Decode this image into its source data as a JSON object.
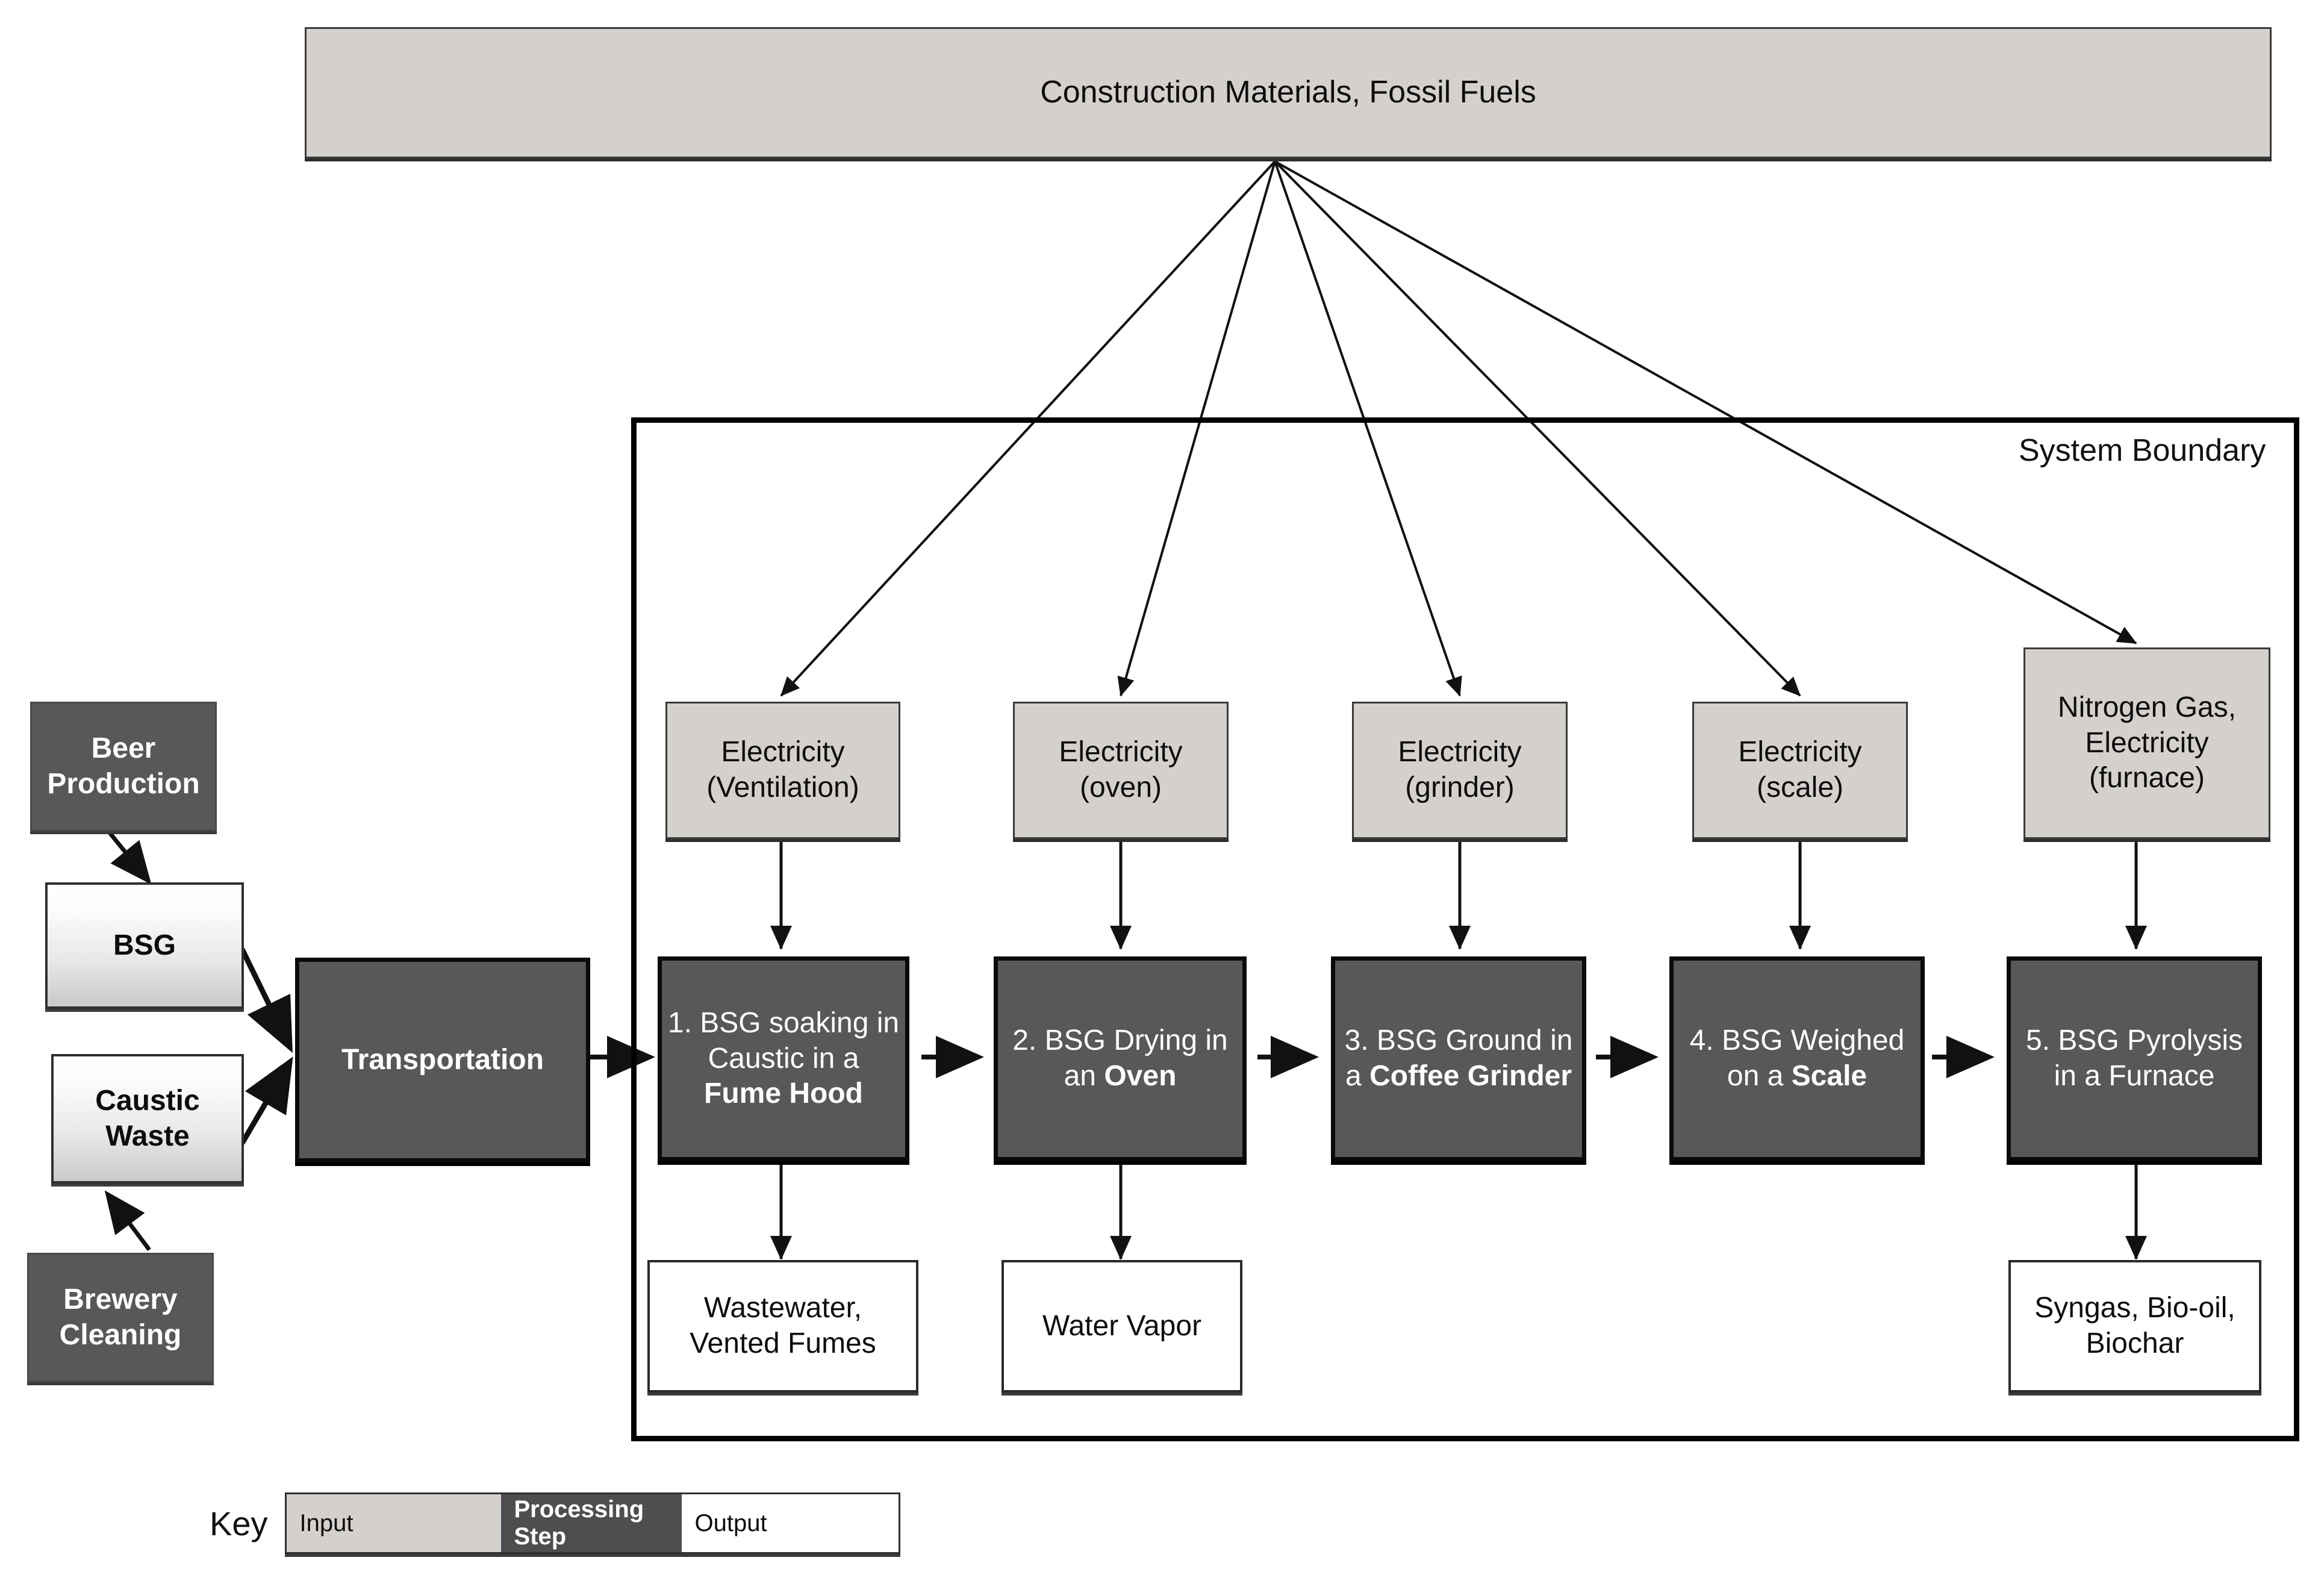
{
  "diagram": {
    "title_box": {
      "label": "Construction Materials, Fossil Fuels"
    },
    "system_boundary": {
      "label": "System Boundary"
    },
    "upstream": [
      {
        "id": "beer-production",
        "label": "Beer\nProduction",
        "type": "source"
      },
      {
        "id": "bsg",
        "label": "BSG",
        "type": "material"
      },
      {
        "id": "caustic-waste",
        "label": "Caustic\nWaste",
        "type": "material"
      },
      {
        "id": "brewery-cleaning",
        "label": "Brewery\nCleaning",
        "type": "source"
      }
    ],
    "transportation": {
      "label": "Transportation",
      "type": "process"
    },
    "inputs": [
      {
        "id": "electricity-ventilation",
        "label": "Electricity\n(Ventilation)"
      },
      {
        "id": "electricity-oven",
        "label": "Electricity\n(oven)"
      },
      {
        "id": "electricity-grinder",
        "label": "Electricity\n(grinder)"
      },
      {
        "id": "electricity-scale",
        "label": "Electricity\n(scale)"
      },
      {
        "id": "nitrogen-furnace",
        "label": "Nitrogen Gas,\nElectricity\n(furnace)"
      }
    ],
    "steps": [
      {
        "id": "step-1",
        "number": "1.",
        "text_a": " BSG soaking in\nCaustic in a\n",
        "text_b": "Fume Hood"
      },
      {
        "id": "step-2",
        "number": "2.",
        "text_a": " BSG Drying in\nan ",
        "text_b": "Oven"
      },
      {
        "id": "step-3",
        "number": "3.",
        "text_a": " BSG Ground in\na ",
        "text_b": "Coffee Grinder"
      },
      {
        "id": "step-4",
        "number": "4.",
        "text_a": " BSG Weighed\non a ",
        "text_b": "Scale"
      },
      {
        "id": "step-5",
        "number": "5.",
        "text_a": " BSG Pyrolysis\nin a Furnace",
        "text_b": ""
      }
    ],
    "outputs": [
      {
        "id": "output-1",
        "label": "Wastewater,\nVented Fumes"
      },
      {
        "id": "output-2",
        "label": "Water Vapor"
      },
      {
        "id": "output-5",
        "label": "Syngas, Bio-oil,\nBiochar"
      }
    ],
    "key": {
      "label": "Key",
      "cells": [
        {
          "id": "key-input",
          "label": "Input"
        },
        {
          "id": "key-process",
          "label": "Processing Step"
        },
        {
          "id": "key-output",
          "label": "Output"
        }
      ]
    },
    "colors": {
      "input_fill": "#d4d1cd",
      "process_fill": "#58585a",
      "output_fill": "#ffffff",
      "boundary_stroke": "#000000",
      "arrow_stroke": "#111111"
    }
  }
}
